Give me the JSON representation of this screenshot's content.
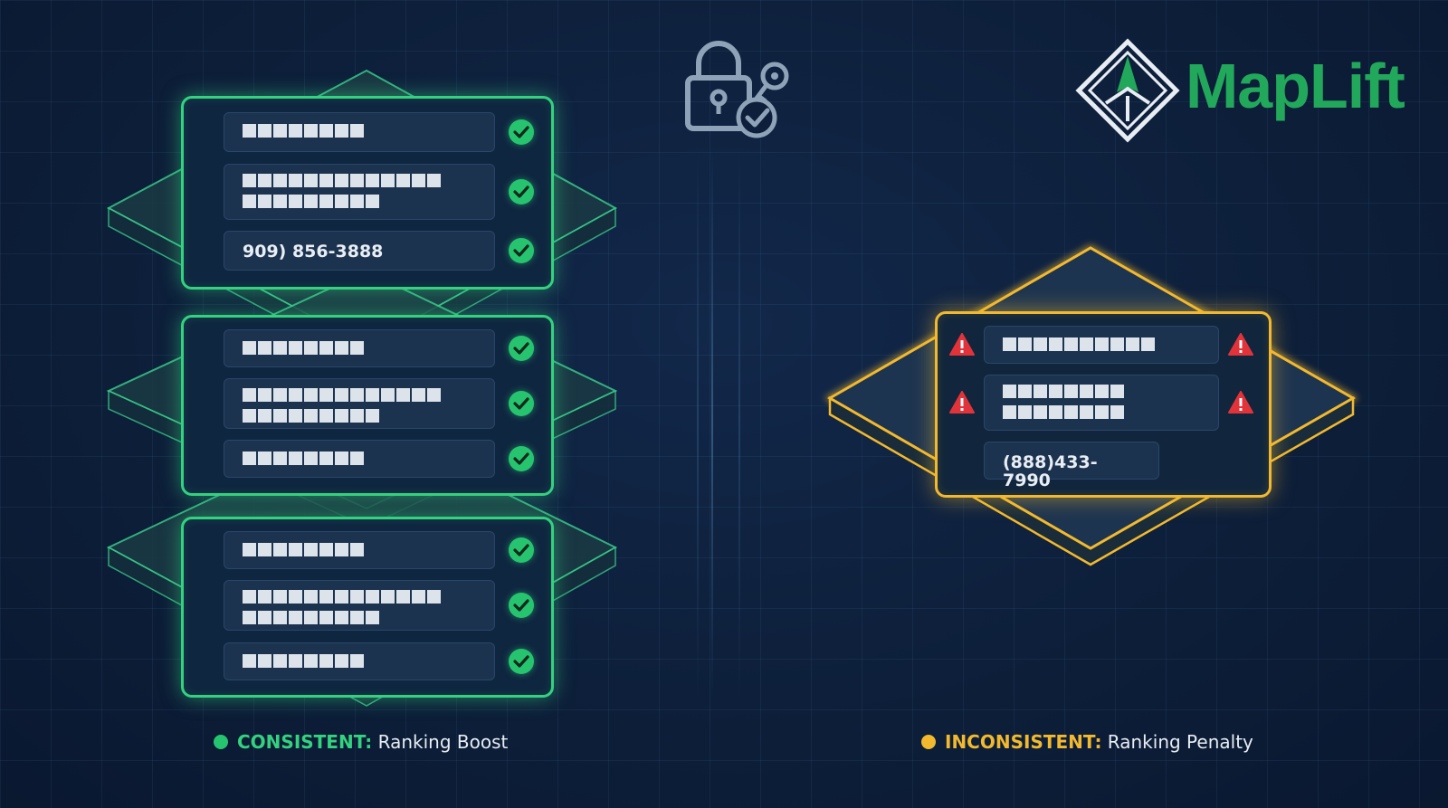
{
  "brand": {
    "name": "MapLift",
    "color": "#22a85a",
    "logo_icon": "diamond-pin-logo-icon"
  },
  "center_icon": "lock-key-check-icon",
  "colors": {
    "consistent": "#34d27f",
    "inconsistent": "#f2b92f",
    "error": "#e2333a",
    "background": "#0d1f3a"
  },
  "consistent_cards": [
    {
      "fields": [
        {
          "kind": "redacted",
          "rows": [
            8
          ]
        },
        {
          "kind": "redacted",
          "rows": [
            13,
            9
          ]
        },
        {
          "kind": "text",
          "text": "909) 856-3888"
        }
      ],
      "status_icon": "check-circle-icon"
    },
    {
      "fields": [
        {
          "kind": "redacted",
          "rows": [
            8
          ]
        },
        {
          "kind": "redacted",
          "rows": [
            13,
            9
          ]
        },
        {
          "kind": "redacted",
          "rows": [
            8
          ]
        }
      ],
      "status_icon": "check-circle-icon"
    },
    {
      "fields": [
        {
          "kind": "redacted",
          "rows": [
            8
          ]
        },
        {
          "kind": "redacted",
          "rows": [
            13,
            9
          ]
        },
        {
          "kind": "redacted",
          "rows": [
            8
          ]
        }
      ],
      "status_icon": "check-circle-icon"
    }
  ],
  "inconsistent_card": {
    "fields": [
      {
        "kind": "redacted",
        "rows": [
          10
        ]
      },
      {
        "kind": "redacted",
        "rows": [
          8,
          8
        ]
      },
      {
        "kind": "text",
        "text": "(888)433-7990"
      }
    ],
    "status_icon": "warning-triangle-icon"
  },
  "legend": {
    "consistent": {
      "key": "CONSISTENT:",
      "value": " Ranking Boost"
    },
    "inconsistent": {
      "key": "INCONSISTENT:",
      "value": " Ranking Penalty"
    }
  }
}
